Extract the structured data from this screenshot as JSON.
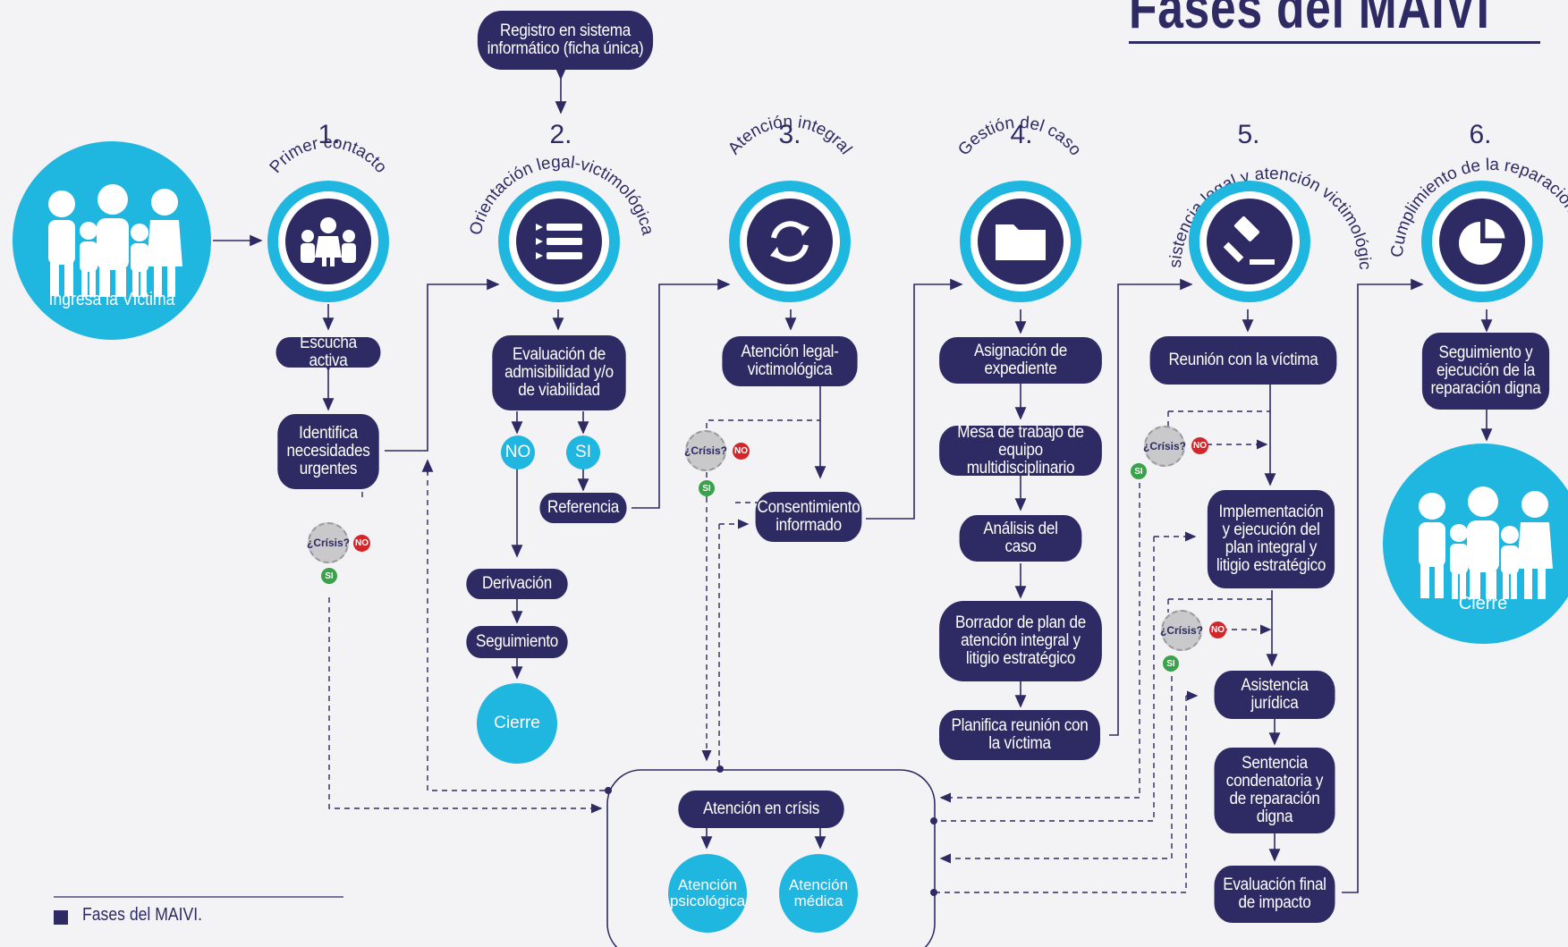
{
  "title": "Fases del MAIVI",
  "start": {
    "label": "Ingresa la Víctima"
  },
  "end": {
    "label": "Cierre"
  },
  "registro": "Registro en sistema informático (ficha única)",
  "phases": [
    {
      "num": "1.",
      "name": "Primer contacto",
      "icon": "people-icon"
    },
    {
      "num": "2.",
      "name": "Orientación legal-victimológica",
      "icon": "list-icon"
    },
    {
      "num": "3.",
      "name": "Atención integral",
      "icon": "cycle-icon"
    },
    {
      "num": "4.",
      "name": "Gestión del caso",
      "icon": "folder-icon"
    },
    {
      "num": "5.",
      "name": "Asistencia legal y atención victimológica",
      "icon": "gavel-icon"
    },
    {
      "num": "6.",
      "name": "Cumplimiento de la reparación digna",
      "icon": "pie-chart-icon"
    }
  ],
  "boxes": {
    "escucha": "Escucha activa",
    "identifica": "Identifica necesidades urgentes",
    "evaluacion": "Evaluación de admisibilidad y/o de viabilidad",
    "no": "NO",
    "si": "SI",
    "referencia": "Referencia",
    "derivacion": "Derivación",
    "seguimiento": "Seguimiento",
    "cierre2": "Cierre",
    "atencion_legal": "Atención legal-victimológica",
    "consentimiento": "Consentimiento informado",
    "asignacion": "Asignación de expediente",
    "mesa": "Mesa de trabajo de equipo multidisciplinario",
    "analisis": "Análisis del caso",
    "borrador": "Borrador de plan de atención integral y litigio estratégico",
    "planifica": "Planifica reunión con la víctima",
    "reunion": "Reunión con la víctima",
    "implementacion": "Implementación y ejecución del plan integral y litigio estratégico",
    "asistencia": "Asistencia jurídica",
    "sentencia": "Sentencia condenatoria y de reparación digna",
    "evaluacion_final": "Evaluación final de impacto",
    "seguimiento6": "Seguimiento y ejecución de la reparación digna",
    "atencion_crisis": "Atención en crísis",
    "psicologica": "Atención psicológica",
    "medica": "Atención médica"
  },
  "crisis": {
    "label": "¿Crísis?",
    "no": "NO",
    "si": "SI"
  },
  "legend": {
    "item1": "Fases del MAIVI."
  },
  "colors": {
    "navy": "#2e2a63",
    "cyan": "#1fb6e0",
    "red": "#d3262b",
    "green": "#3aa24a"
  }
}
